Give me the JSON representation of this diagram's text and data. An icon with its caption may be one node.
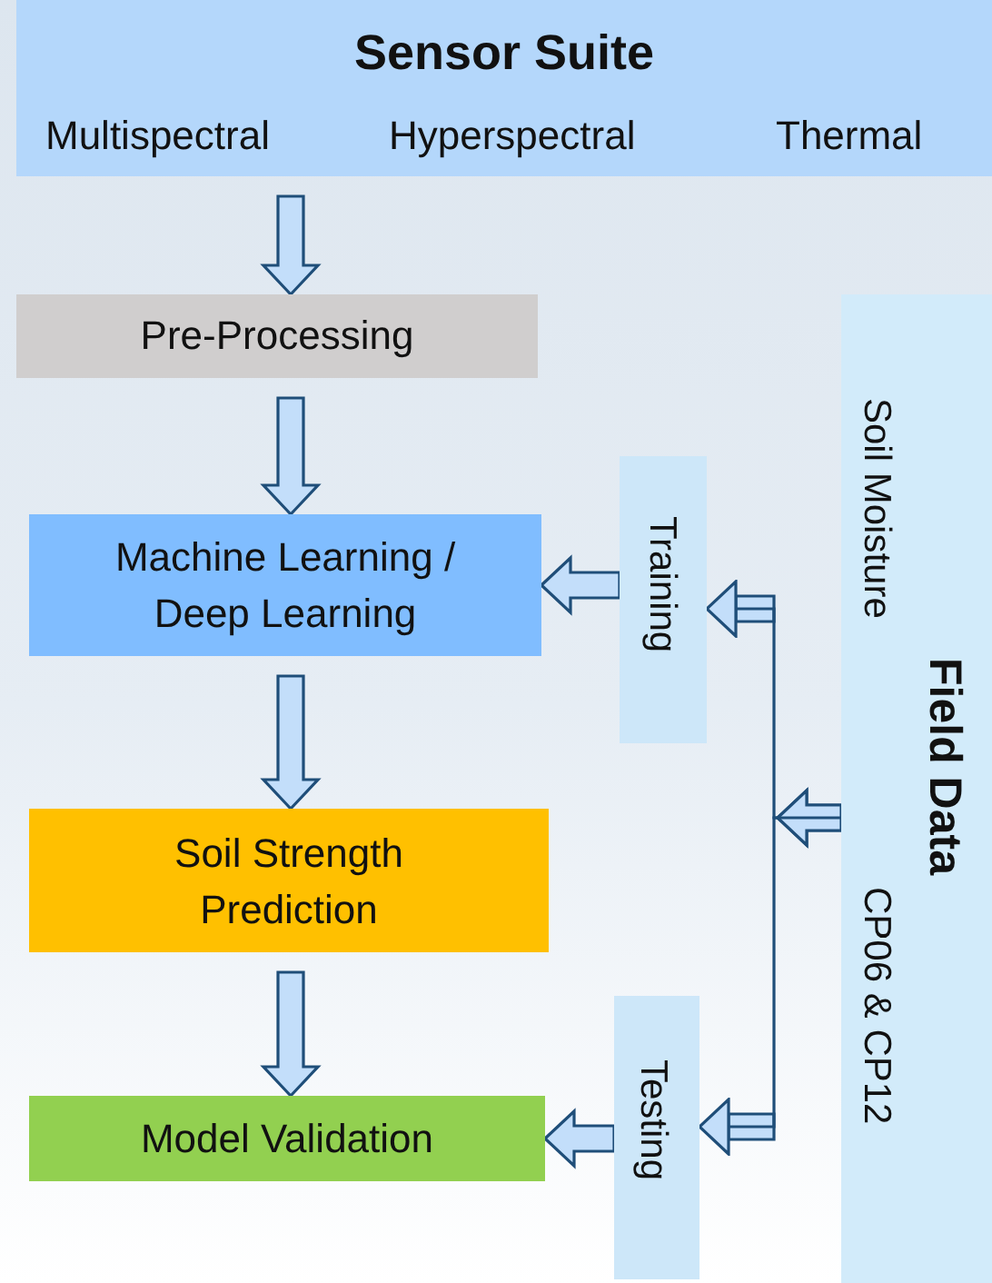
{
  "diagram": {
    "nodes": [
      {
        "text": [
          "Sensor Suite",
          "Multispectral",
          "Hyperspectral",
          "Thermal"
        ]
      },
      {
        "text": [
          "Pre-Processing"
        ]
      },
      {
        "text": [
          "Machine Learning / Deep Learning"
        ]
      },
      {
        "text": [
          "Soil Strength Prediction"
        ]
      },
      {
        "text": [
          "Model Validation"
        ]
      },
      {
        "text": [
          "Training"
        ]
      },
      {
        "text": [
          "Testing"
        ]
      },
      {
        "text": [
          "Field Data",
          "Soil Moisture",
          "CP06 & CP12"
        ]
      }
    ],
    "edges": [
      {
        "from": 0,
        "to": 1,
        "arrow": "to"
      },
      {
        "from": 1,
        "to": 2,
        "arrow": "to"
      },
      {
        "from": 2,
        "to": 3,
        "arrow": "to"
      },
      {
        "from": 3,
        "to": 4,
        "arrow": "to"
      },
      {
        "from": 5,
        "to": 2,
        "arrow": "to"
      },
      {
        "from": 6,
        "to": 4,
        "arrow": "to"
      },
      {
        "from": 7,
        "to": 5,
        "arrow": "to"
      },
      {
        "from": 7,
        "to": 6,
        "arrow": "to"
      }
    ]
  }
}
